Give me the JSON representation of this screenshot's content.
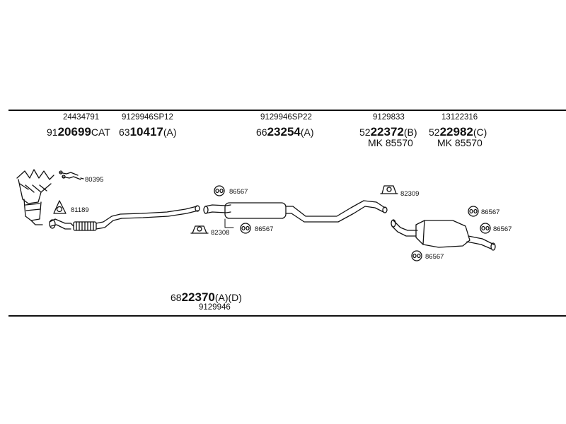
{
  "labels": {
    "l1_ref": "24434791",
    "l1_pre": "91",
    "l1_big": "20699",
    "l1_suf": "CAT",
    "l2_ref": "9129946SP12",
    "l2_pre": "63",
    "l2_big": "10417",
    "l2_suf": "(A)",
    "l3_ref": "9129946SP22",
    "l3_pre": "66",
    "l3_big": "23254",
    "l3_suf": "(A)",
    "l4_ref": "9129833",
    "l4_pre": "52",
    "l4_big": "22372",
    "l4_suf": "(B)",
    "l4_mk": "MK 85570",
    "l5_ref": "13122316",
    "l5_pre": "52",
    "l5_big": "22982",
    "l5_suf": "(C)",
    "l5_mk": "MK 85570",
    "bottom_pre": "68",
    "bottom_big": "22370",
    "bottom_suf": "(A)(D)",
    "bottom_ref": "9129946"
  },
  "callouts": {
    "c80395": "80395",
    "c81189": "81189",
    "c86567_a": "86567",
    "c82308": "82308",
    "c86567_b": "86567",
    "c82309": "82309",
    "c86567_c": "86567",
    "c86567_d": "86567",
    "c86567_e": "86567"
  }
}
